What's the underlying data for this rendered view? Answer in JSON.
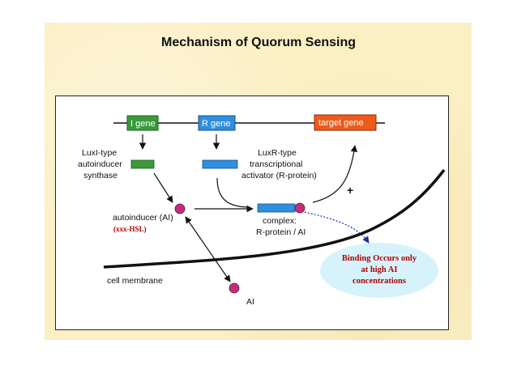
{
  "title": "Mechanism of Quorum Sensing",
  "genes": {
    "i_gene": "I gene",
    "r_gene": "R gene",
    "target_gene": "target gene"
  },
  "labels": {
    "luxi_1": "LuxI-type",
    "luxi_2": "autoinducer",
    "luxi_3": "synthase",
    "luxr_1": "LuxR-type",
    "luxr_2": "transcriptional",
    "luxr_3": "activator (R-protein)",
    "autoinducer": "autoinducer (AI)",
    "hsl": "(xxx-HSL)",
    "complex_1": "complex:",
    "complex_2": "R-protein / AI",
    "plus": "+",
    "cell_membrane": "cell membrane",
    "ai_outside": "AI"
  },
  "bubble": {
    "line1": "Binding Occurs only",
    "line2": "at high AI",
    "line3": "concentrations"
  },
  "colors": {
    "i_gene": "#3a9a3a",
    "r_gene": "#2f8fe0",
    "target_gene": "#f05a1a",
    "autoinducer": "#c0307a",
    "bubble": "#d6f3fb",
    "callout_line": "#1a2aa0",
    "emphasis_text": "#b00000"
  }
}
